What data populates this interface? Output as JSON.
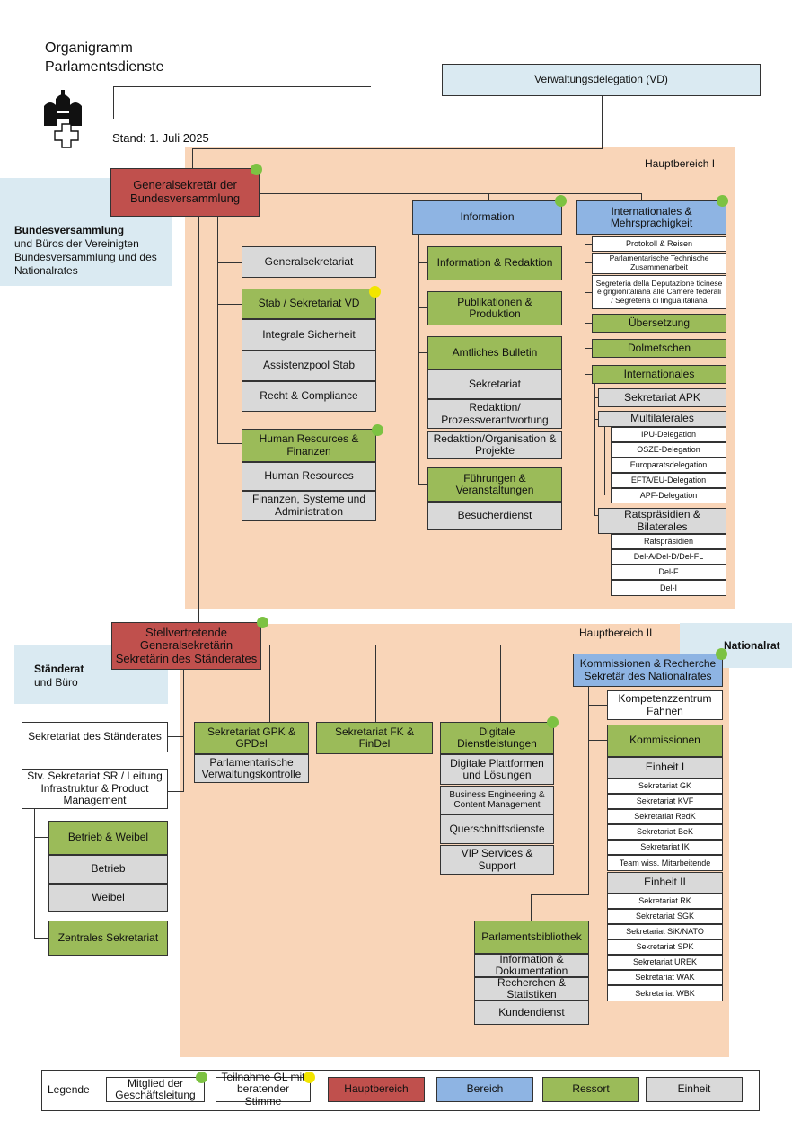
{
  "header": {
    "title_line1": "Organigramm",
    "title_line2": "Parlamentsdienste",
    "stand": "Stand: 1. Juli 2025"
  },
  "colors": {
    "hauptbereich": "#c0504d",
    "bereich": "#8eb4e3",
    "ressort": "#9bbb59",
    "einheit": "#d9d9d9",
    "panel": "#f9d5b8",
    "side_panel": "#daeaf2",
    "dot_gl": "#7cc242",
    "dot_beratend": "#f2e500"
  },
  "top": {
    "vd": "Verwaltungsdelegation (VD)"
  },
  "side": {
    "bv_title": "Bundesversammlung",
    "bv_text_1": "und Büros der Vereinigten",
    "bv_text_2": "Bundesversammlung und des",
    "bv_text_3": "Nationalrates",
    "sr_title": "Ständerat",
    "sr_text": "und Büro",
    "nr_title": "Nationalrat"
  },
  "hb1": {
    "label": "Hauptbereich I",
    "head": "Generalsekretär der Bundesversammlung",
    "generalsekretariat": "Generalsekretariat",
    "stab": "Stab / Sekretariat VD",
    "stab_units": [
      "Integrale Sicherheit",
      "Assistenzpool Stab",
      "Recht & Compliance"
    ],
    "hr": "Human Resources & Finanzen",
    "hr_units": [
      "Human Resources",
      "Finanzen, Systeme und Administration"
    ],
    "information": "Information",
    "info_ressorts": {
      "redaktion": "Information & Redaktion",
      "publikationen": "Publikationen & Produktion",
      "bulletin": "Amtliches Bulletin",
      "fuehrungen": "Führungen & Veranstaltungen"
    },
    "bulletin_units": [
      "Sekretariat",
      "Redaktion/ Prozessverantwortung",
      "Redaktion/Organisation & Projekte"
    ],
    "fuehrungen_units": [
      "Besucherdienst"
    ],
    "intl": "Internationales & Mehrsprachigkeit",
    "intl_white": [
      "Protokoll & Reisen",
      "Parlamentarische Technische Zusammenarbeit",
      "Segreteria della Deputazione ticinese e grigionitaliana alle Camere federali / Segreteria di lingua italiana"
    ],
    "intl_green": [
      "Übersetzung",
      "Dolmetschen",
      "Internationales"
    ],
    "sek_apk": "Sekretariat APK",
    "multilaterales": "Multilaterales",
    "multi_items": [
      "IPU-Delegation",
      "OSZE-Delegation",
      "Europaratsdelegation",
      "EFTA/EU-Delegation",
      "APF-Delegation"
    ],
    "ratspraesidien": "Ratspräsidien & Bilaterales",
    "rat_items": [
      "Ratspräsidien",
      "Del-A/Del-D/Del-FL",
      "Del-F",
      "Del-I"
    ]
  },
  "hb2": {
    "label": "Hauptbereich II",
    "head": "Stellvertretende Generalsekretärin Sekretärin des Ständerates",
    "sek_sr": "Sekretariat des Ständerates",
    "stv_sr": "Stv. Sekretariat SR / Leitung Infrastruktur & Product Management",
    "betrieb_weibel": "Betrieb & Weibel",
    "bw_units": [
      "Betrieb",
      "Weibel"
    ],
    "zentrales": "Zentrales Sekretariat",
    "gpk": "Sekretariat GPK & GPDel",
    "pvk": "Parlamentarische Verwaltungskontrolle",
    "fk": "Sekretariat FK & FinDel",
    "digital": "Digitale Dienstleistungen",
    "digital_units": [
      "Digitale Plattformen und Lösungen",
      "Business Engineering & Content Management",
      "Querschnittsdienste",
      "VIP Services & Support"
    ],
    "bibliothek": "Parlamentsbibliothek",
    "bib_units": [
      "Information & Dokumentation",
      "Recherchen & Statistiken",
      "Kundendienst"
    ],
    "kommissionen_nr": "Kommissionen & Recherche Sekretär des Nationalrates",
    "kompetenz": "Kompetenzzentrum Fahnen",
    "kommissionen": "Kommissionen",
    "einheit1": "Einheit I",
    "e1_items": [
      "Sekretariat GK",
      "Sekretariat KVF",
      "Sekretariat RedK",
      "Sekretariat BeK",
      "Sekretariat IK",
      "Team wiss. Mitarbeitende"
    ],
    "einheit2": "Einheit II",
    "e2_items": [
      "Sekretariat RK",
      "Sekretariat SGK",
      "Sekretariat SiK/NATO",
      "Sekretariat SPK",
      "Sekretariat UREK",
      "Sekretariat WAK",
      "Sekretariat WBK"
    ]
  },
  "legend": {
    "label": "Legende",
    "gl": "Mitglied der Geschäftsleitung",
    "beratend": "Teilnahme GL mit beratender Stimme",
    "hauptbereich": "Hauptbereich",
    "bereich": "Bereich",
    "ressort": "Ressort",
    "einheit": "Einheit"
  }
}
